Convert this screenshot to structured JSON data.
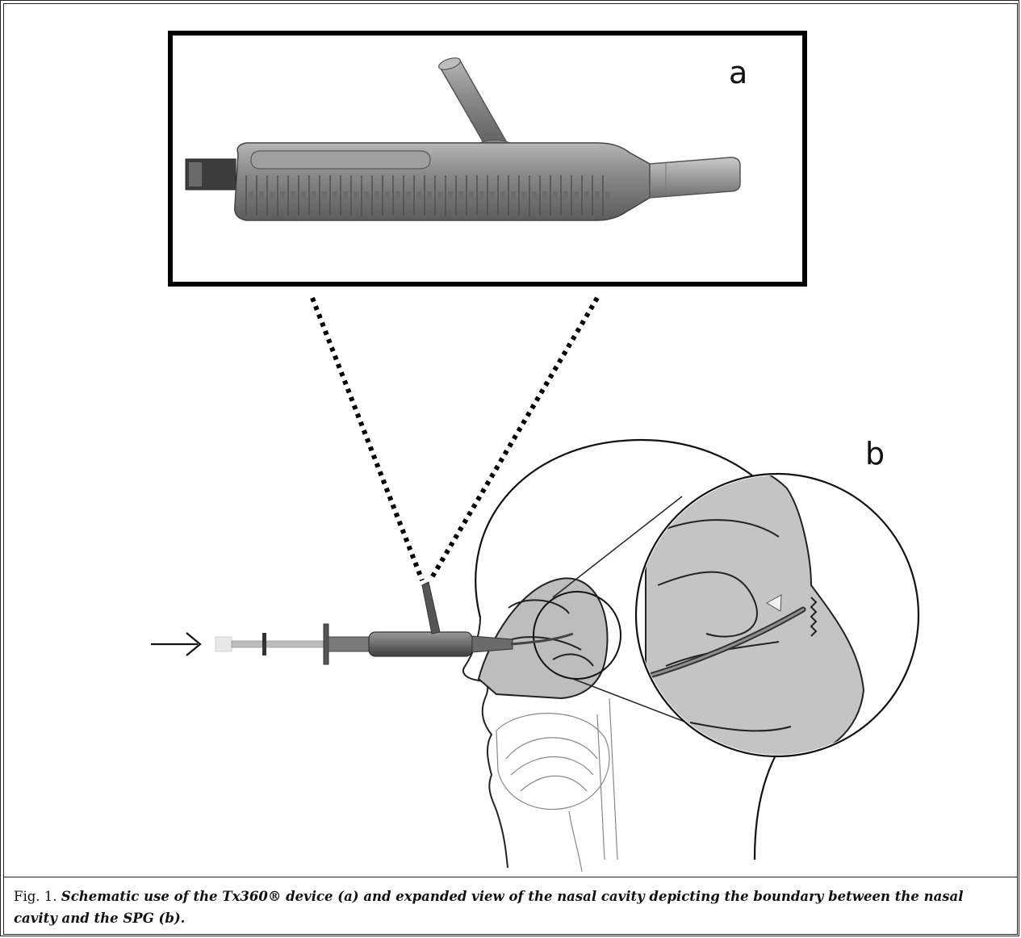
{
  "figure": {
    "panel_a_label": "a",
    "panel_b_label": "b"
  },
  "caption": {
    "number": "Fig. 1.",
    "text": "Schematic use of the Tx360® device (a) and expanded view of the nasal cavity depicting the boundary between the nasal cavity and the SPG (b)."
  }
}
